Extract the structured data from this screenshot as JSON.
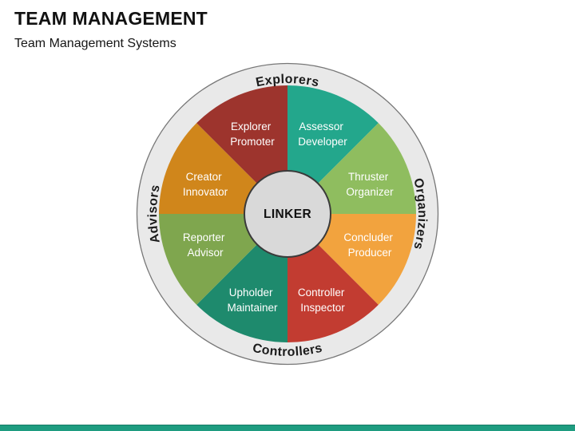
{
  "slide": {
    "title": "TEAM MANAGEMENT",
    "subtitle": "Team Management Systems",
    "accent_color": "#1E9C80",
    "background_color": "#FFFFFF"
  },
  "wheel": {
    "center_label": "LINKER",
    "center_fill": "#D9D9D9",
    "ring_fill": "#E9E9E9",
    "ring_labels": {
      "top": "Explorers",
      "right": "Organizers",
      "bottom": "Controllers",
      "left": "Advisors"
    },
    "segments": [
      {
        "name": "Assessor Developer",
        "line1": "Assessor",
        "line2": "Developer",
        "color": "#23A78C"
      },
      {
        "name": "Thruster Organizer",
        "line1": "Thruster",
        "line2": "Organizer",
        "color": "#8FBD5F"
      },
      {
        "name": "Concluder Producer",
        "line1": "Concluder",
        "line2": "Producer",
        "color": "#F2A33E"
      },
      {
        "name": "Controller Inspector",
        "line1": "Controller",
        "line2": "Inspector",
        "color": "#C23C31"
      },
      {
        "name": "Upholder Maintainer",
        "line1": "Upholder",
        "line2": "Maintainer",
        "color": "#1E8A6D"
      },
      {
        "name": "Reporter Advisor",
        "line1": "Reporter",
        "line2": "Advisor",
        "color": "#7FA64E"
      },
      {
        "name": "Creator Innovator",
        "line1": "Creator",
        "line2": "Innovator",
        "color": "#D0861B"
      },
      {
        "name": "Explorer Promoter",
        "line1": "Explorer",
        "line2": "Promoter",
        "color": "#9D342D"
      }
    ]
  }
}
